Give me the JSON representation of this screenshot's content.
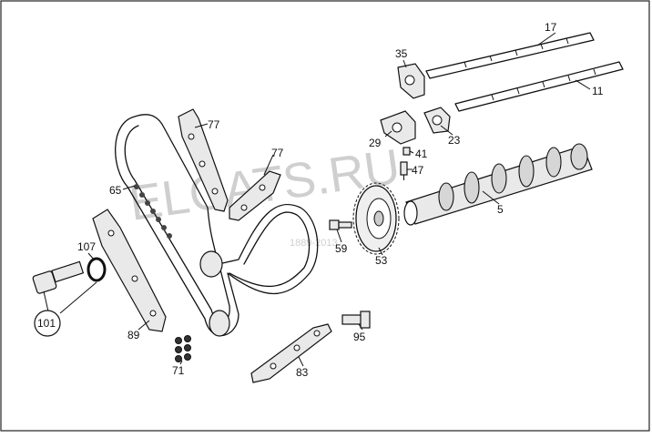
{
  "diagram": {
    "watermark": {
      "text": "ELCATS.RU",
      "subtext": "1889-2013"
    },
    "callouts": [
      {
        "id": "17",
        "label": "17"
      },
      {
        "id": "11",
        "label": "11"
      },
      {
        "id": "35",
        "label": "35"
      },
      {
        "id": "77a",
        "label": "77"
      },
      {
        "id": "77b",
        "label": "77"
      },
      {
        "id": "29",
        "label": "29"
      },
      {
        "id": "23",
        "label": "23"
      },
      {
        "id": "41",
        "label": "41"
      },
      {
        "id": "47",
        "label": "47"
      },
      {
        "id": "65",
        "label": "65"
      },
      {
        "id": "5",
        "label": "5"
      },
      {
        "id": "107",
        "label": "107"
      },
      {
        "id": "59",
        "label": "59"
      },
      {
        "id": "53",
        "label": "53"
      },
      {
        "id": "101",
        "label": "101"
      },
      {
        "id": "89",
        "label": "89"
      },
      {
        "id": "95",
        "label": "95"
      },
      {
        "id": "71",
        "label": "71"
      },
      {
        "id": "83",
        "label": "83"
      }
    ]
  }
}
